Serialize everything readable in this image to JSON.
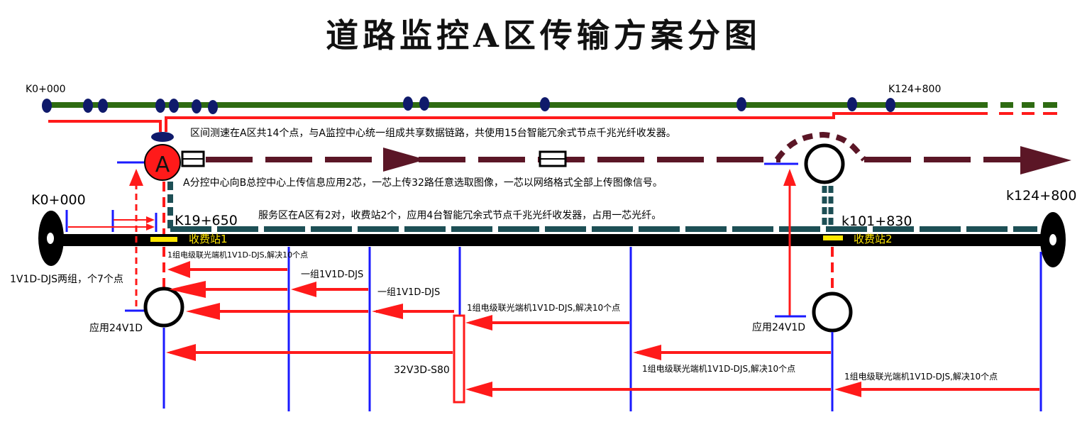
{
  "title": "道路监控A区传输方案分图",
  "colors": {
    "red": "#ff1a1a",
    "blue": "#1a1aff",
    "green": "#2e6b12",
    "maroon": "#5b1626",
    "teal": "#1d4f55",
    "road": "#000000",
    "station": "#ffe600",
    "navy_dot": "#0f1a6b"
  },
  "top_line": {
    "start_label": "K0+000",
    "end_label": "K124+800"
  },
  "main_road": {
    "start_label": "K0+000",
    "end_label": "k124+800"
  },
  "node_a_label": "A",
  "notes": {
    "speed": "区间测速在A区共14个点，与A监控中心统一组成共享数据链路，共使用15台智能冗余式节点千兆光纤收发器。",
    "upload": "A分控中心向B总控中心上传信息应用2芯，一芯上传32路任意选取图像，一芯以网络格式全部上传图像信号。",
    "service": "服务区在A区有2对，收费站2个，应用4台智能冗余式节点千兆光纤收发器，占用一芯光纤。"
  },
  "stations": [
    {
      "km": "K19+650",
      "name": "收费站1"
    },
    {
      "km": "k101+830",
      "name": "收费站2"
    }
  ],
  "left_group_label": "1V1D-DJS两组，个7个点",
  "left_apply_label": "应用24V1D",
  "right_apply_label": "应用24V1D",
  "mux_label": "32V3D-S80",
  "links": [
    "1组电级联光端机1V1D-DJS,解决10个点",
    "一组1V1D-DJS",
    "一组1V1D-DJS",
    "1组电级联光端机1V1D-DJS,解决10个点",
    "1组电级联光端机1V1D-DJS,解决10个点",
    "1组电级联光端机1V1D-DJS,解决10个点"
  ]
}
